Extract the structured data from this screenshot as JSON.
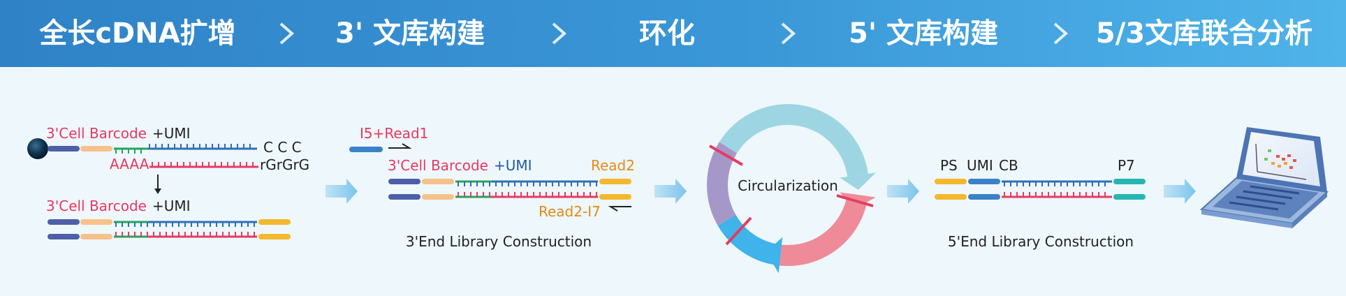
{
  "steps": [
    {
      "label": "全长cDNA扩增"
    },
    {
      "label": "3' 文库构建"
    },
    {
      "label": "环化"
    },
    {
      "label": "5' 文库构建"
    },
    {
      "label": "5/3文库联合分析"
    }
  ],
  "panel1": {
    "barcode_top": "3'Cell Barcode",
    "umi_top": "+UMI",
    "ccc": "C  C  C",
    "polyA": "AAAA",
    "rgrgrg": "rGrGrG",
    "barcode_bottom": "3'Cell Barcode",
    "umi_bottom": "+UMI"
  },
  "panel2": {
    "primer": "I5+Read1",
    "barcode": "3'Cell Barcode",
    "umi": "+UMI",
    "read2": "Read2",
    "read2_i7": "Read2-I7",
    "caption": "3'End Library Construction"
  },
  "panel3": {
    "label": "Circularization"
  },
  "panel4": {
    "ps": "PS",
    "umi": "UMI",
    "cb": "CB",
    "p7": "P7",
    "caption": "5'End Library Construction"
  },
  "colors": {
    "header_start": "#2f82c6",
    "header_end": "#4fb4ea",
    "red_text": "#e8385e",
    "blue_text": "#1f5aa6",
    "orange_text": "#e48a16",
    "seg_navy": "#4e5fa8",
    "seg_peach": "#f6c28a",
    "seg_yellow": "#f4b82e",
    "seg_teal": "#25b6b2",
    "seg_blue": "#3a82c8",
    "strand_blue": "#2e6fb8",
    "strand_green": "#27a35a",
    "strand_red": "#e53b63",
    "ring_light": "#9dd6e2",
    "ring_purple": "#a598c9",
    "ring_blue": "#3fb3ea",
    "ring_pink": "#ef8b98"
  },
  "icons": [
    "bead-icon",
    "chevron-right-icon",
    "arrow-right-icon",
    "laptop-icon",
    "down-arrow-icon"
  ]
}
